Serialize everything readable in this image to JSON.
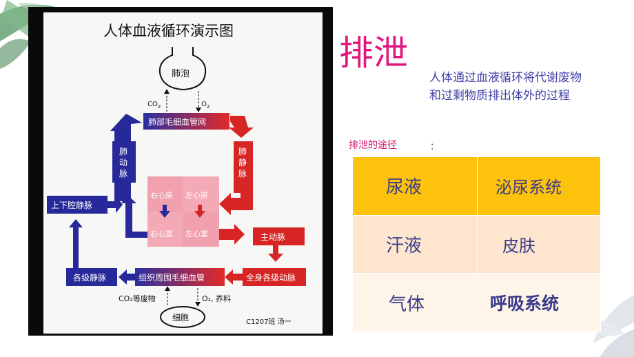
{
  "diagram": {
    "title": "人体血液循环演示图",
    "lungs": "肺泡",
    "co2_label": "CO",
    "co2_sub": "2",
    "o2_label": "O",
    "o2_sub": "2",
    "pulmonary_capillary": "肺部毛细血管网",
    "pulmonary_artery": [
      "肺",
      "动",
      "脉"
    ],
    "pulmonary_vein": [
      "肺",
      "静",
      "脉"
    ],
    "venae_cavae": "上下腔静脉",
    "right_atrium": "右心房",
    "left_atrium": "左心房",
    "right_ventricle": "右心室",
    "left_ventricle": "左心室",
    "aorta": "主动脉",
    "veins": "各级静脉",
    "tissue_capillary": "组织周围毛细血管",
    "arteries": "全身各级动脉",
    "waste": "CO₂等废物",
    "nutrients": "O₂, 养料",
    "cell": "细胞",
    "credit": "C1207班  汤一"
  },
  "heading": "排泄",
  "definition": "人体通过血液循环将代谢废物和过剩物质排出体外的过程",
  "routes_label": "排泄的途径",
  "routes_colon": "：",
  "routes": [
    {
      "substance": "尿液",
      "system": "泌尿系统"
    },
    {
      "substance": "汗液",
      "system": "皮肤"
    },
    {
      "substance": "气体",
      "system": "呼吸系统"
    }
  ],
  "colors": {
    "accent": "#e0177d",
    "text": "#3f3fa8",
    "row1": "#fcc20c",
    "row2": "#fde6cd",
    "row3": "#fef4e8"
  }
}
